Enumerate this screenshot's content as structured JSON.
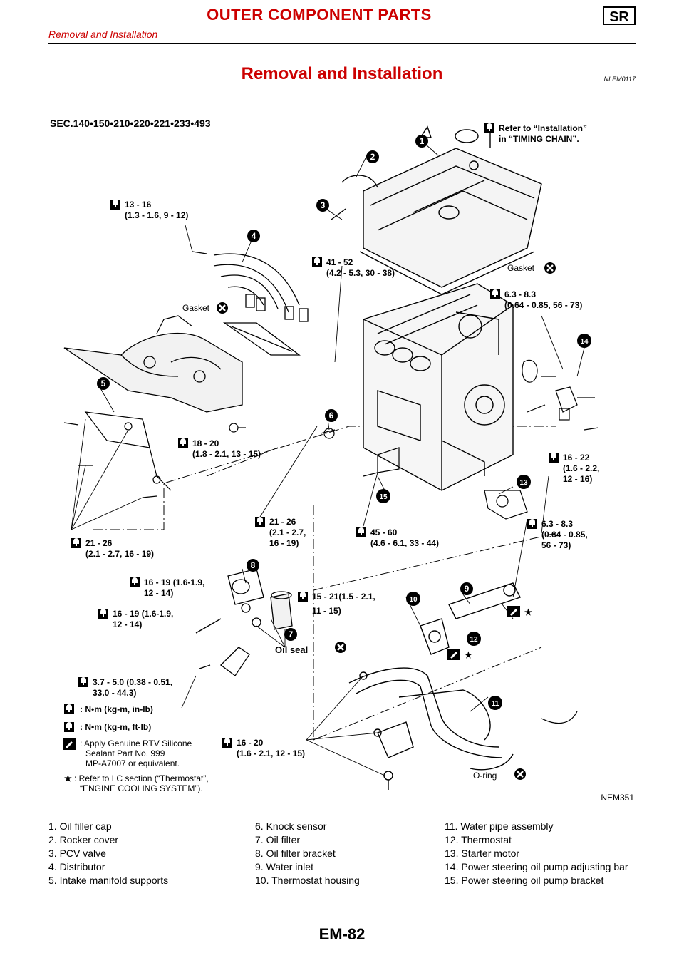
{
  "header": {
    "title": "OUTER COMPONENT PARTS",
    "badge": "SR",
    "subtitle": "Removal and Installation"
  },
  "section": {
    "title": "Removal and Installation",
    "code": "NLEM0117"
  },
  "figure": {
    "sec_label": "SEC.140•150•210•220•221•233•493",
    "code": "NEM351",
    "callouts": {
      "timing_ref": [
        "Refer to “Installation”",
        "in “TIMING CHAIN”."
      ],
      "t_13_16": [
        "13 - 16",
        "(1.3 - 1.6, 9 - 12)"
      ],
      "t_41_52": [
        "41 - 52",
        "(4.2 - 5.3, 30 - 38)"
      ],
      "t_63_83a": [
        "6.3 - 8.3",
        "(0.64 - 0.85, 56 - 73)"
      ],
      "t_18_20": [
        "18 - 20",
        "(1.8 - 2.1, 13 - 15)"
      ],
      "t_16_22": [
        "16 - 22",
        "(1.6 - 2.2,",
        "12 - 16)"
      ],
      "t_21_26a": [
        "21 - 26",
        "(2.1 - 2.7, 16 - 19)"
      ],
      "t_21_26b": [
        "21 - 26",
        "(2.1 - 2.7,",
        "16 - 19)"
      ],
      "t_45_60": [
        "45 - 60",
        "(4.6 - 6.1, 33 - 44)"
      ],
      "t_63_83b": [
        "6.3 - 8.3",
        "(0.64 - 0.85,",
        "56 - 73)"
      ],
      "t_16_19a": [
        "16 - 19 (1.6-1.9,",
        "12 - 14)"
      ],
      "t_16_19b": [
        "16 - 19 (1.6-1.9,",
        "12 - 14)"
      ],
      "t_15_21": [
        "15 - 21(1.5 - 2.1,",
        "11 - 15)"
      ],
      "t_37_50": [
        "3.7 - 5.0 (0.38 - 0.51,",
        "33.0 - 44.3)"
      ],
      "t_16_20": [
        "16 - 20",
        "(1.6 - 2.1, 12 - 15)"
      ],
      "gasket": "Gasket",
      "oil_seal": "Oil seal",
      "o_ring": "O-ring",
      "numbers": [
        "1",
        "2",
        "3",
        "4",
        "5",
        "6",
        "7",
        "8",
        "9",
        "10",
        "11",
        "12",
        "13",
        "14",
        "15"
      ]
    },
    "key": {
      "nm_in": ": N•m (kg-m, in-lb)",
      "nm_ft": ": N•m (kg-m, ft-lb)",
      "rtv": [
        ": Apply Genuine RTV Silicone",
        "Sealant Part No. 999",
        "MP-A7007 or equivalent."
      ],
      "star": [
        ": Refer to LC section (“Thermostat”,",
        "“ENGINE COOLING SYSTEM”)."
      ]
    }
  },
  "legend": {
    "col1": [
      "1. Oil filler cap",
      "2. Rocker cover",
      "3. PCV valve",
      "4. Distributor",
      "5. Intake manifold supports"
    ],
    "col2": [
      "6. Knock sensor",
      "7. Oil filter",
      "8. Oil filter bracket",
      "9. Water inlet",
      "10. Thermostat housing"
    ],
    "col3": [
      "11. Water pipe assembly",
      "12. Thermostat",
      "13. Starter motor",
      "14. Power steering oil pump adjusting bar",
      "15. Power steering oil pump bracket"
    ]
  },
  "page_number": "EM-82"
}
